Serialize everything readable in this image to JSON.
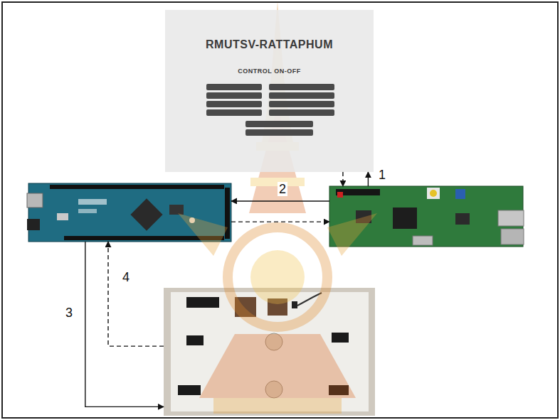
{
  "diagram": {
    "nodes": [
      {
        "text": [
          "RMUTSV-RATTAPHUM",
          "CONTROL ON-OFF"
        ]
      },
      {
        "text": []
      },
      {
        "text": []
      },
      {
        "text": []
      }
    ],
    "edges": [
      {
        "from": 2,
        "to": 0,
        "label": "1",
        "arrow": "to"
      },
      {
        "from": 0,
        "to": 2,
        "arrow": "to"
      },
      {
        "from": 2,
        "to": 1,
        "label": "2",
        "arrow": "to"
      },
      {
        "from": 1,
        "to": 2,
        "arrow": "to"
      },
      {
        "from": 1,
        "to": 3,
        "label": "3",
        "arrow": "to"
      },
      {
        "from": 3,
        "to": 1,
        "label": "4",
        "arrow": "to"
      }
    ]
  }
}
